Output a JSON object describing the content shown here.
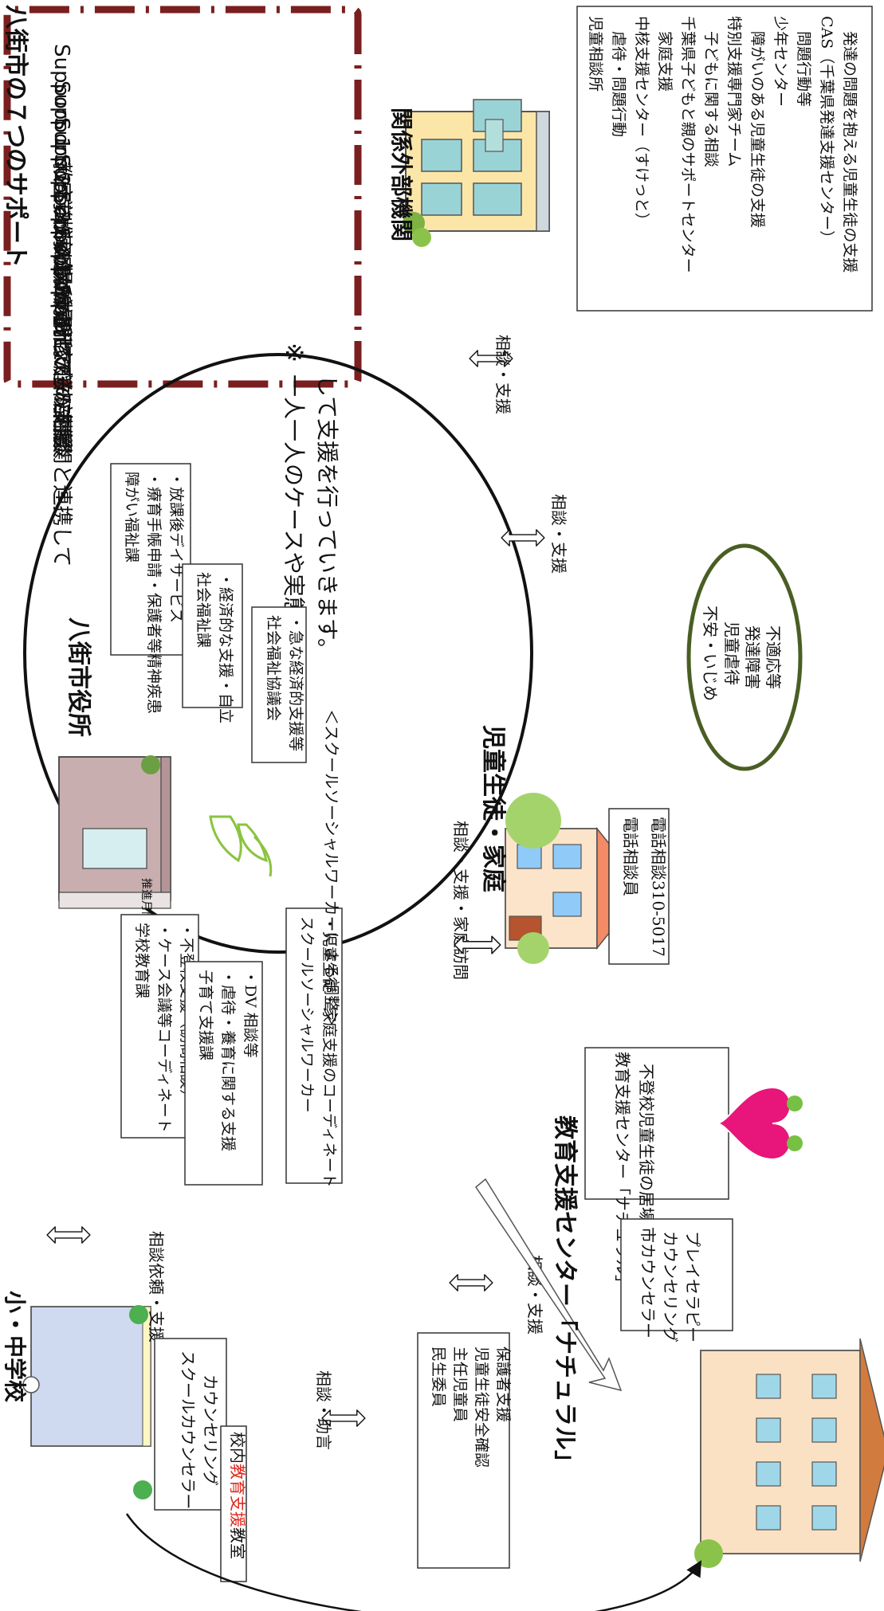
{
  "colors": {
    "dash_border": "#7a1f1f",
    "emphasis_red": "#e0261b",
    "ellipse_green": "#4a5e24",
    "heart_pink": "#e8157a",
    "leaf_green": "#8ac43f"
  },
  "support_box": {
    "title": "八街市の７つのサポート",
    "items": [
      {
        "label": "Support",
        "num": "1",
        "text": "教室以外の場所で"
      },
      {
        "label": "Support",
        "num": "2",
        "text": "学校以外の場所で"
      },
      {
        "label": "Support",
        "num": "3",
        "text": "家庭に訪問して"
      },
      {
        "label": "Support",
        "num": "4",
        "text": "カウンセラーに相談"
      },
      {
        "label": "Support",
        "num": "5",
        "text": "電話で悩み相談"
      },
      {
        "label": "Support",
        "num": "6",
        "text": "家庭の支援"
      },
      {
        "label": "Support",
        "num": "7",
        "text": "外部機関と連携して"
      }
    ],
    "note_mark": "※",
    "note_line1": "一人一人のケースや実態に即",
    "note_line2": "して支援を行っていきます。"
  },
  "external": {
    "title": "関係外部機関",
    "link_label": "相談・支援",
    "lines": [
      "児童相談所",
      "　虐待・問題行動",
      "中核支援センター（すけっと）",
      "　家庭支援",
      "千葉県子どもと親のサポートセンター",
      "　子どもに関する相談",
      "特別支援専門家チーム",
      "　障がいのある児童生徒の支援",
      "少年センター",
      "　問題行動等",
      "CAS（千葉県発達支援センター）",
      "　発達の問題を抱える児童生徒の支援"
    ]
  },
  "city_hall": {
    "title": "八街市役所",
    "building_sign": "推進月間",
    "boxes": {
      "welfare_disability": [
        "障がい福祉課",
        "・療育手帳申請・保護者等精神疾患",
        "・放課後デイサービス"
      ],
      "social_welfare": [
        "社会福祉課",
        "・経済的な支援・自立"
      ],
      "council": [
        "社会福祉協議会",
        "・急な経済的支援等"
      ],
      "school_education": [
        "学校教育課",
        "・ケース会議等コーディネート",
        "・不登校支援（訪問相談）"
      ],
      "child_support": [
        "子育て支援課",
        "・虐待・養育に関する支援",
        "・DV 相談等"
      ],
      "ssw": [
        "スクールソーシャルワーカー",
        "・児童生徒・家庭支援のコーディネート"
      ]
    },
    "coordination": "＜スクールソーシャルワーカーによる調整＞",
    "home_visit_label": "相談・支援・家庭訪問"
  },
  "family": {
    "title": "児童生徒・家庭",
    "link_label": "相談・支援",
    "phone_line1": "電話相談員",
    "phone_line2_label": "電話相談",
    "phone_line2_number": "310-5017",
    "issues_pre": "不安・いじめ",
    "issues_red": "児童虐待",
    "issues_rest": [
      "発達障害",
      "不適応等"
    ]
  },
  "school": {
    "title": "小・中学校",
    "request_label": "相談依頼・支援",
    "counselor_lines": [
      "スクールカウンセラー",
      "カウンセリング"
    ],
    "support_room_pre": "校内",
    "support_room_red": "教育支援",
    "support_room_post": "教室",
    "advice_label": "相談・助言"
  },
  "community": {
    "lines": [
      "民生委員",
      "主任児童員",
      "児童生徒安全確認",
      "保護者支援"
    ],
    "link_label": "相談・支援"
  },
  "education_center": {
    "title": "教育支援センター「ナチュラル」",
    "natural_lines": [
      "教育支援センター「ナチュラル」",
      "不登校児童生徒の居場所"
    ],
    "counselor_lines": [
      "市カウンセラー",
      "カウンセリング",
      "プレイセラピー"
    ]
  }
}
